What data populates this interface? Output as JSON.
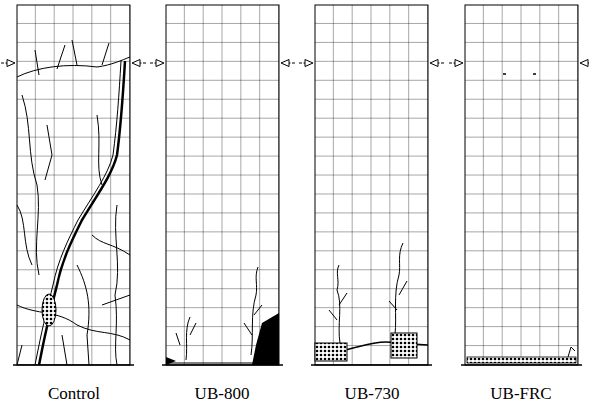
{
  "diagram": {
    "labels": [
      "Control",
      "UB-800",
      "UB-730",
      "UB-FRC"
    ]
  }
}
